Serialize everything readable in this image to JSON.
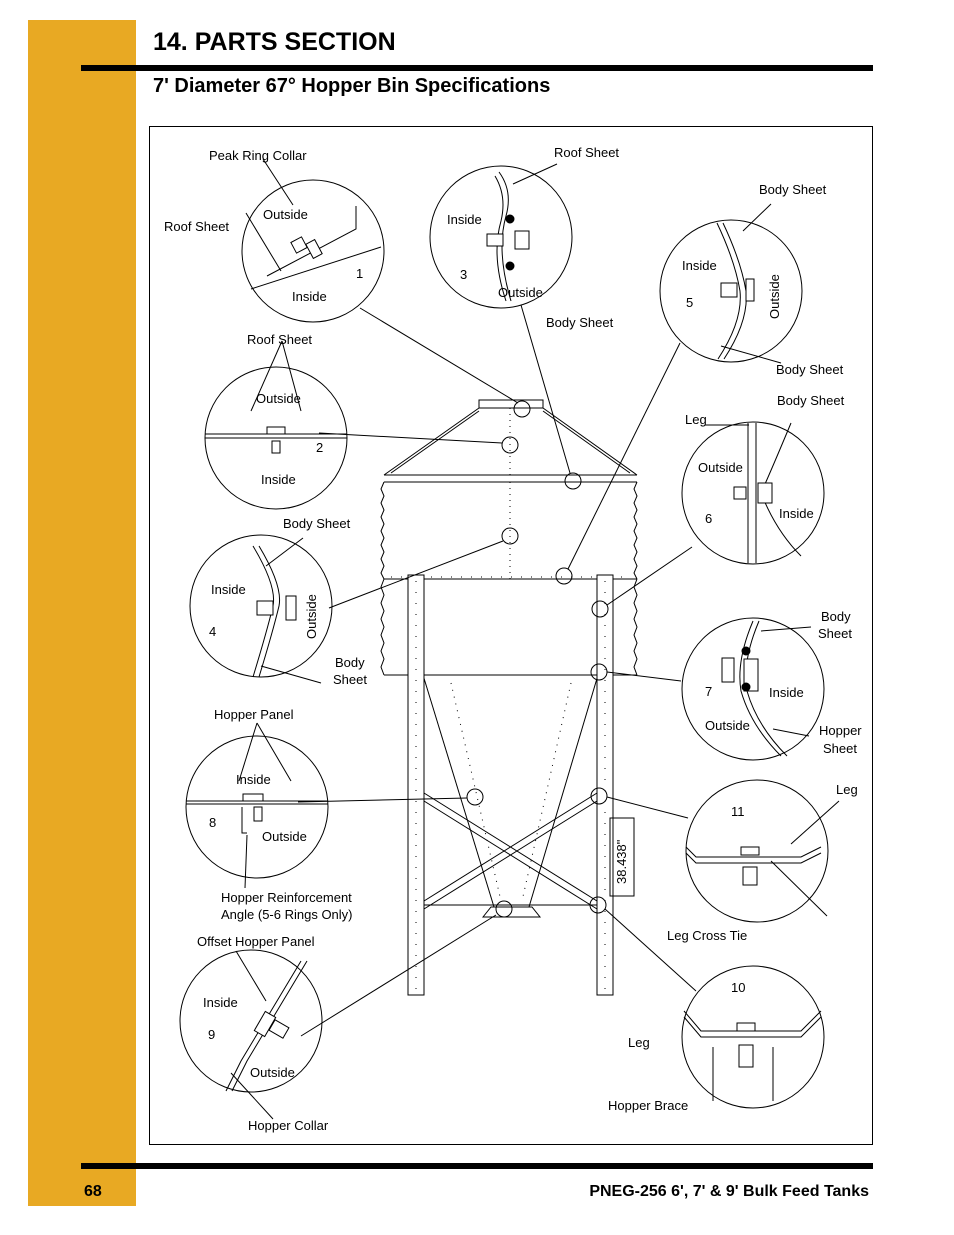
{
  "header": {
    "section_title": "14. PARTS SECTION",
    "subtitle": "7' Diameter 67° Hopper Bin Specifications"
  },
  "footer": {
    "page_number": "68",
    "doc_title": "PNEG-256  6', 7' & 9' Bulk Feed Tanks"
  },
  "colors": {
    "sidebar": "#E8A923",
    "rule": "#000000"
  },
  "diagram": {
    "dimension": "38.438\"",
    "details": [
      {
        "number": "1",
        "labels": [
          "Peak Ring Collar",
          "Roof Sheet",
          "Outside",
          "Inside"
        ]
      },
      {
        "number": "2",
        "labels": [
          "Roof Sheet",
          "Outside",
          "Inside"
        ]
      },
      {
        "number": "3",
        "labels": [
          "Roof Sheet",
          "Inside",
          "Outside",
          "Body Sheet"
        ]
      },
      {
        "number": "4",
        "labels": [
          "Body Sheet",
          "Inside",
          "Outside",
          "Body",
          "Sheet"
        ]
      },
      {
        "number": "5",
        "labels": [
          "Body Sheet",
          "Inside",
          "Outside",
          "Body Sheet"
        ]
      },
      {
        "number": "6",
        "labels": [
          "Body Sheet",
          "Leg",
          "Outside",
          "Inside"
        ]
      },
      {
        "number": "7",
        "labels": [
          "Body",
          "Sheet",
          "Inside",
          "Outside",
          "Hopper",
          "Sheet"
        ]
      },
      {
        "number": "8",
        "labels": [
          "Hopper Panel",
          "Inside",
          "Outside",
          "Hopper Reinforcement",
          "Angle (5-6 Rings Only)"
        ]
      },
      {
        "number": "9",
        "labels": [
          "Offset Hopper Panel",
          "Inside",
          "Outside",
          "Hopper Collar"
        ]
      },
      {
        "number": "10",
        "labels": [
          "Leg",
          "Hopper Brace"
        ]
      },
      {
        "number": "11",
        "labels": [
          "Leg",
          "Leg Cross Tie"
        ]
      }
    ]
  }
}
